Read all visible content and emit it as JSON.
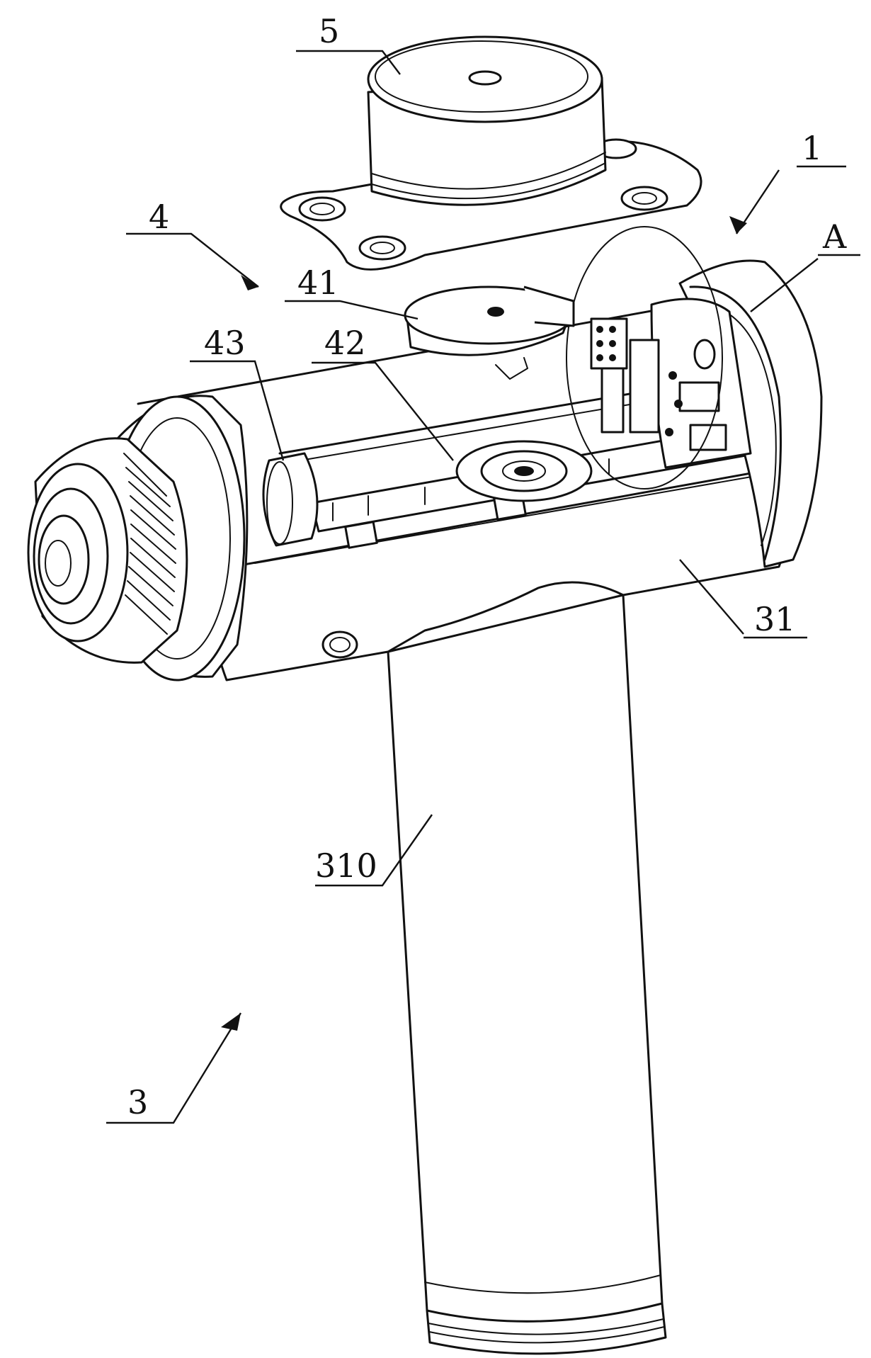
{
  "figure": {
    "labels": {
      "label_5": "5",
      "label_1": "1",
      "label_a": "A",
      "label_4": "4",
      "label_41": "41",
      "label_43": "43",
      "label_42": "42",
      "label_31": "31",
      "label_310": "310",
      "label_3": "3"
    },
    "line_color": "#111111",
    "background": "#ffffff"
  }
}
